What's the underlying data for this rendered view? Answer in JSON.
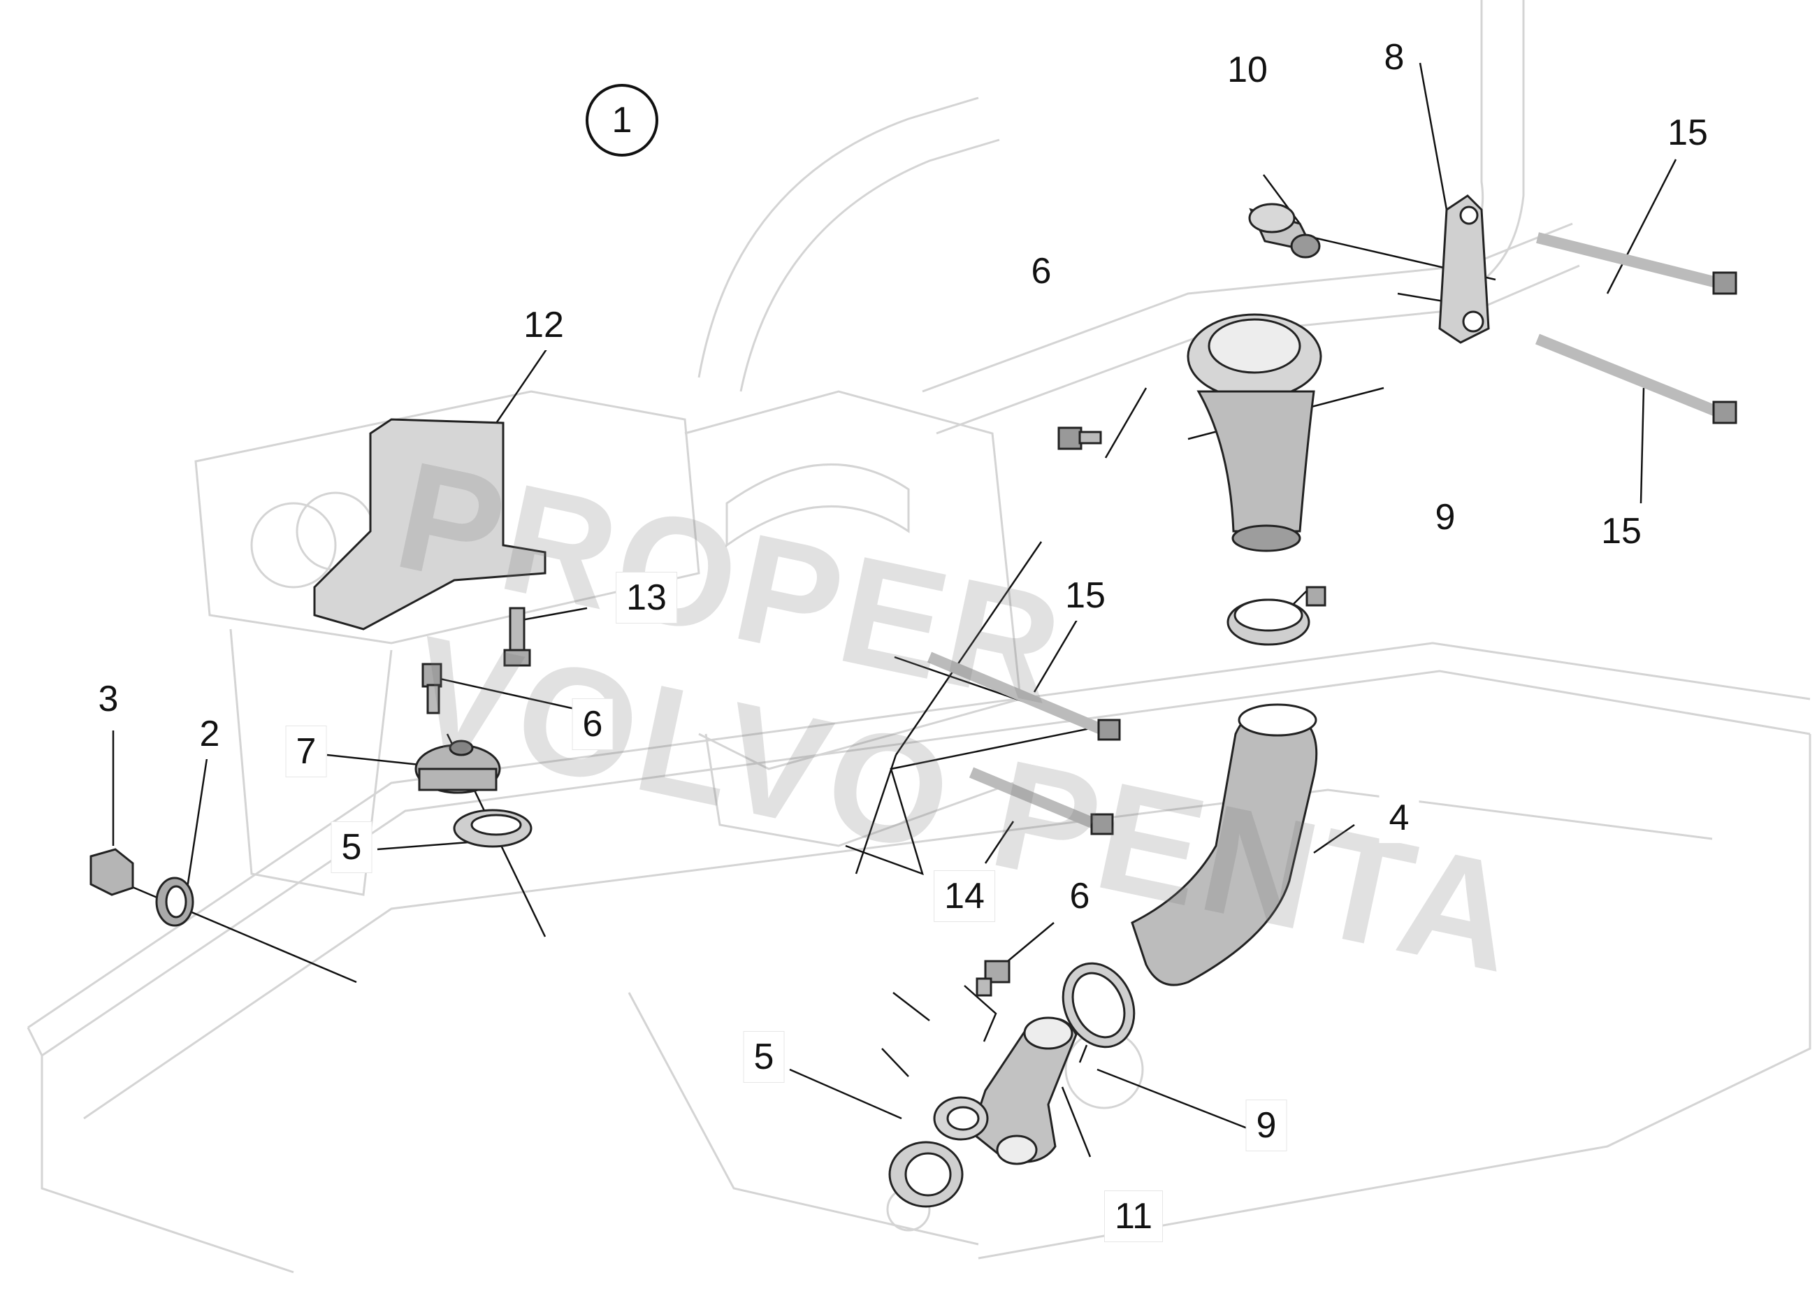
{
  "diagram": {
    "group_label": "1",
    "watermark_lines": [
      "PROPER",
      "VOLVO PENTA"
    ],
    "callouts": [
      "3",
      "2",
      "7",
      "5",
      "6",
      "12",
      "13",
      "15",
      "14",
      "6",
      "5",
      "11",
      "9",
      "4",
      "9",
      "6",
      "10",
      "8",
      "15",
      "15"
    ],
    "colors": {
      "background": "#ffffff",
      "ghost_lines": "#d4d4d4",
      "part_fill": "#c9c9c9",
      "part_stroke": "#222222",
      "leader": "#111111"
    }
  }
}
